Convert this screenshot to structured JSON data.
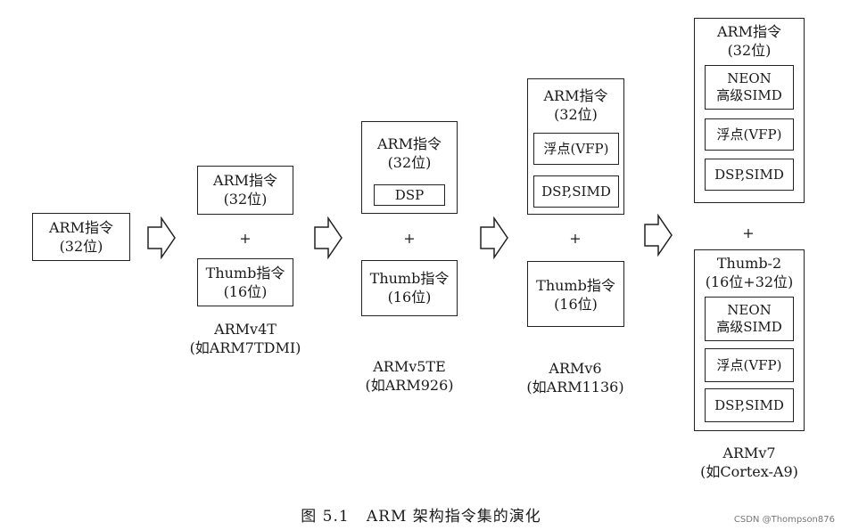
{
  "arm_32": "ARM指令\n(32位)",
  "thumb_16": "Thumb指令\n(16位)",
  "thumb2": "Thumb-2\n(16位+32位)",
  "plus": "+",
  "dsp": "DSP",
  "vfp": "浮点(VFP)",
  "dsp_simd": "DSP,SIMD",
  "neon": "NEON\n高级SIMD",
  "versions": {
    "v4t": "ARMv4T\n(如ARM7TDMI)",
    "v5te": "ARMv5TE\n(如ARM926)",
    "v6": "ARMv6\n(如ARM1136)",
    "v7": "ARMv7\n(如Cortex-A9)"
  },
  "caption": "图 5.1   ARM 架构指令集的演化",
  "watermark": "CSDN @Thompson876"
}
